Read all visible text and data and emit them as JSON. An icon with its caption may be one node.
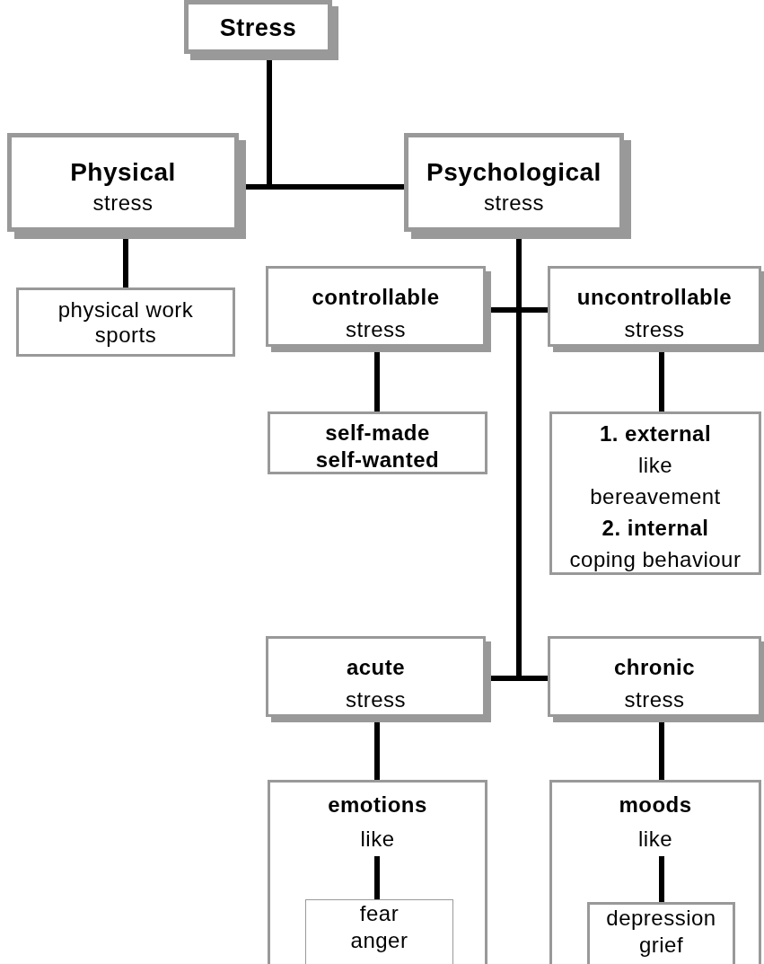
{
  "diagram": {
    "nodes": [
      {
        "text": [
          "Stress"
        ]
      },
      {
        "text": [
          "Physical",
          "stress"
        ]
      },
      {
        "text": [
          "Psychological",
          "stress"
        ]
      },
      {
        "text": [
          "physical work",
          "sports"
        ]
      },
      {
        "text": [
          "controllable",
          "stress"
        ]
      },
      {
        "text": [
          "uncontrollable",
          "stress"
        ]
      },
      {
        "text": [
          "self-made",
          "self-wanted"
        ]
      },
      {
        "text": [
          "1. external",
          "like",
          "bereavement",
          "2. internal",
          "coping behaviour"
        ]
      },
      {
        "text": [
          "acute",
          "stress"
        ]
      },
      {
        "text": [
          "chronic",
          "stress"
        ]
      },
      {
        "text": [
          "emotions"
        ]
      },
      {
        "text": [
          "like"
        ],
        "in": 10
      },
      {
        "text": [
          "fear",
          "anger"
        ],
        "in": 10
      },
      {
        "text": [
          "moods"
        ]
      },
      {
        "text": [
          "like"
        ],
        "in": 13
      },
      {
        "text": [
          "depression",
          "grief"
        ],
        "in": 13
      }
    ],
    "edges": [
      {
        "from": 0,
        "to": 1,
        "arrow": "none"
      },
      {
        "from": 0,
        "to": 2,
        "arrow": "none"
      },
      {
        "from": 1,
        "to": 3,
        "arrow": "none"
      },
      {
        "from": 2,
        "to": 4,
        "arrow": "none"
      },
      {
        "from": 2,
        "to": 5,
        "arrow": "none"
      },
      {
        "from": 2,
        "to": 8,
        "arrow": "none"
      },
      {
        "from": 2,
        "to": 9,
        "arrow": "none"
      },
      {
        "from": 4,
        "to": 6,
        "arrow": "none"
      },
      {
        "from": 5,
        "to": 7,
        "arrow": "none"
      },
      {
        "from": 8,
        "to": 10,
        "arrow": "none"
      },
      {
        "from": 9,
        "to": 13,
        "arrow": "none"
      },
      {
        "from": 11,
        "to": 12,
        "arrow": "none"
      },
      {
        "from": 14,
        "to": 15,
        "arrow": "none"
      }
    ]
  }
}
